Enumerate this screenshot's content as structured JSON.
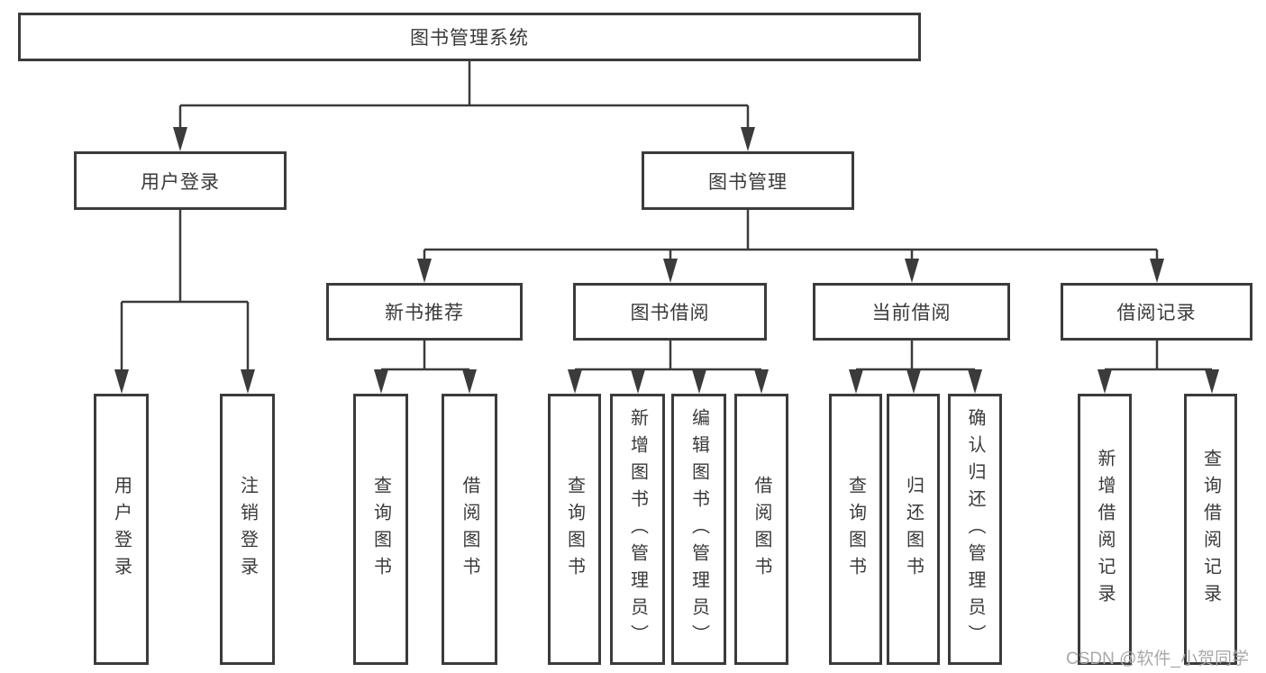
{
  "diagram": {
    "root": {
      "label": "图书管理系统"
    },
    "level1": [
      {
        "label": "用户登录"
      },
      {
        "label": "图书管理"
      }
    ],
    "level2": [
      {
        "label": "新书推荐"
      },
      {
        "label": "图书借阅"
      },
      {
        "label": "当前借阅"
      },
      {
        "label": "借阅记录"
      }
    ],
    "leaves": {
      "user_login": [
        "用户登录",
        "注销登录"
      ],
      "new_books": [
        "查询图书",
        "借阅图书"
      ],
      "book_borrow": [
        "查询图书",
        "新增图书（管理员）",
        "编辑图书（管理员）",
        "借阅图书"
      ],
      "current_borrow": [
        "查询图书",
        "归还图书",
        "确认归还（管理员）"
      ],
      "borrow_records": [
        "新增借阅记录",
        "查询借阅记录"
      ]
    }
  },
  "watermark": {
    "text": "CSDN @软件_小贺同学"
  },
  "colors": {
    "line": "#3b3b3b",
    "text": "#3a3a3a",
    "watermark": "#a9a9a9",
    "background": "#ffffff"
  }
}
